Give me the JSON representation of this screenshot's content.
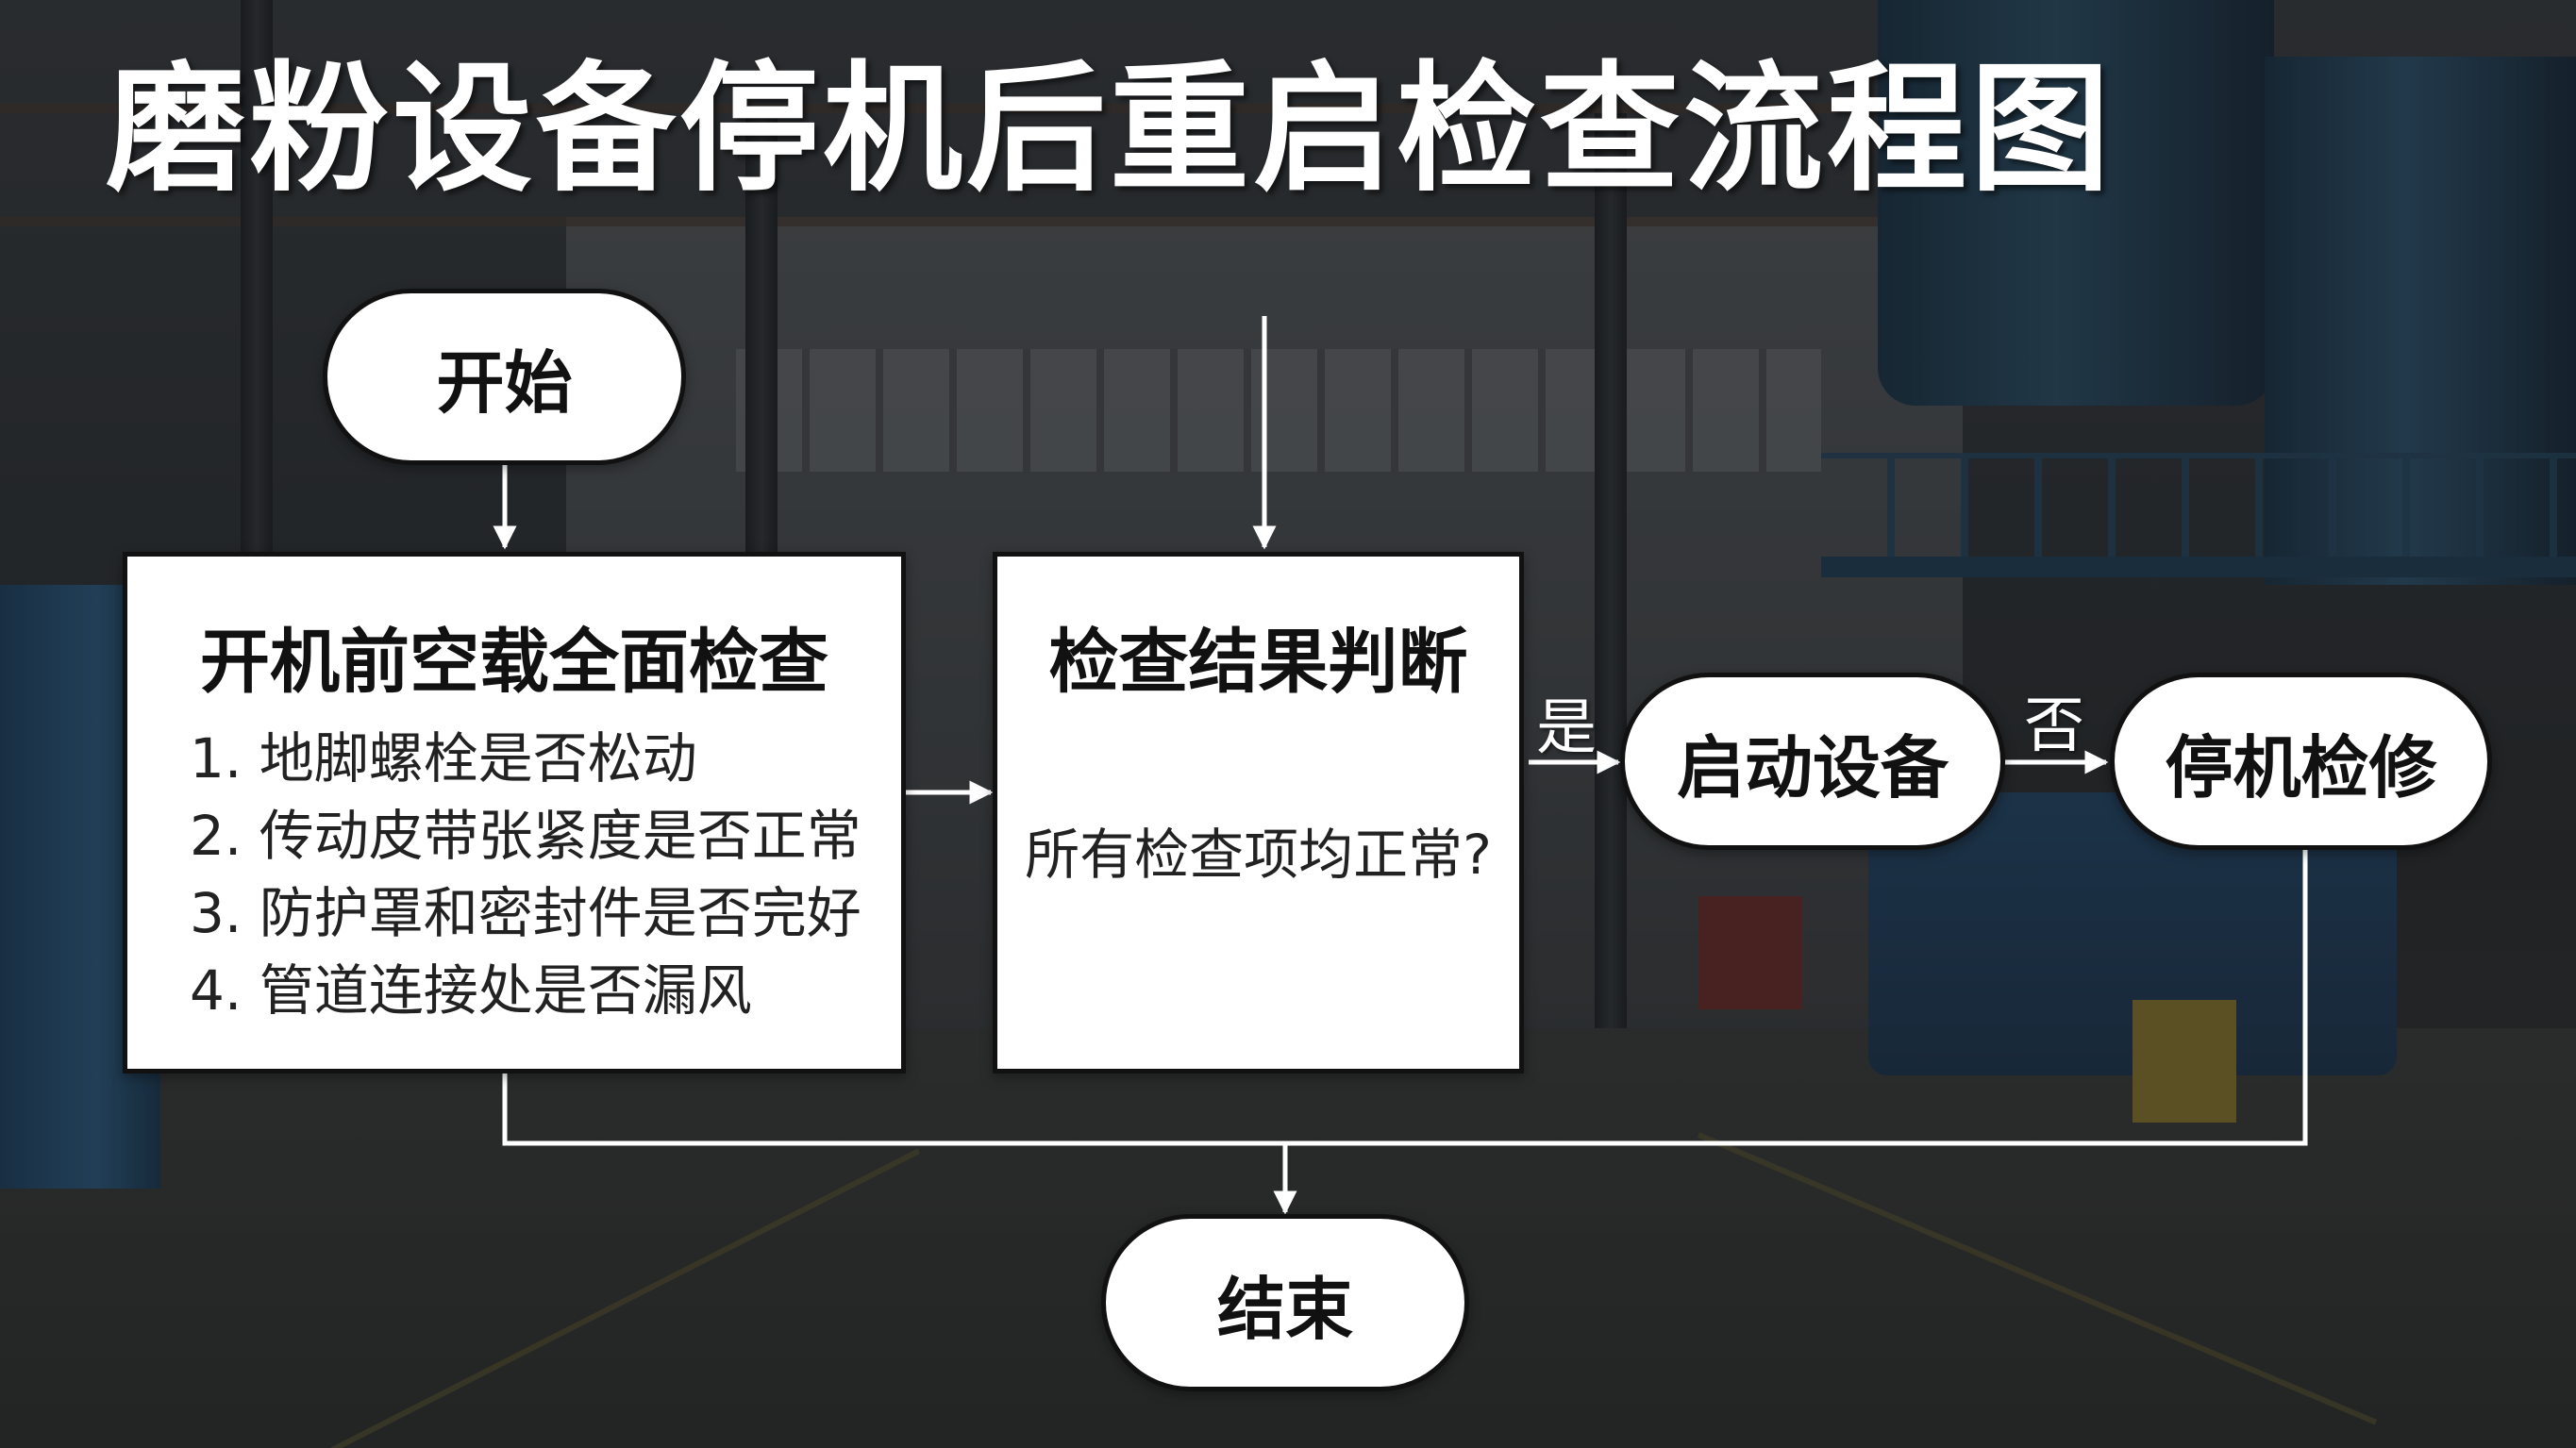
{
  "title": "磨粉设备停机后重启检查流程图",
  "nodes": {
    "start": "开始",
    "precheck": {
      "title": "开机前空载全面检查",
      "items": [
        "1. 地脚螺栓是否松动",
        "2. 传动皮带张紧度是否正常",
        "3. 防护罩和密封件是否完好",
        "4. 管道连接处是否漏风"
      ]
    },
    "decision": {
      "title": "检查结果判断",
      "question": "所有检查项均正常?"
    },
    "start_equipment": "启动设备",
    "shutdown_repair": "停机检修",
    "end": "结束"
  },
  "edges": {
    "yes_label": "是",
    "no_label": "否"
  },
  "colors": {
    "box_fill": "#ffffff",
    "box_border": "#111111",
    "connector": "#ffffff",
    "title_text": "#ffffff"
  }
}
